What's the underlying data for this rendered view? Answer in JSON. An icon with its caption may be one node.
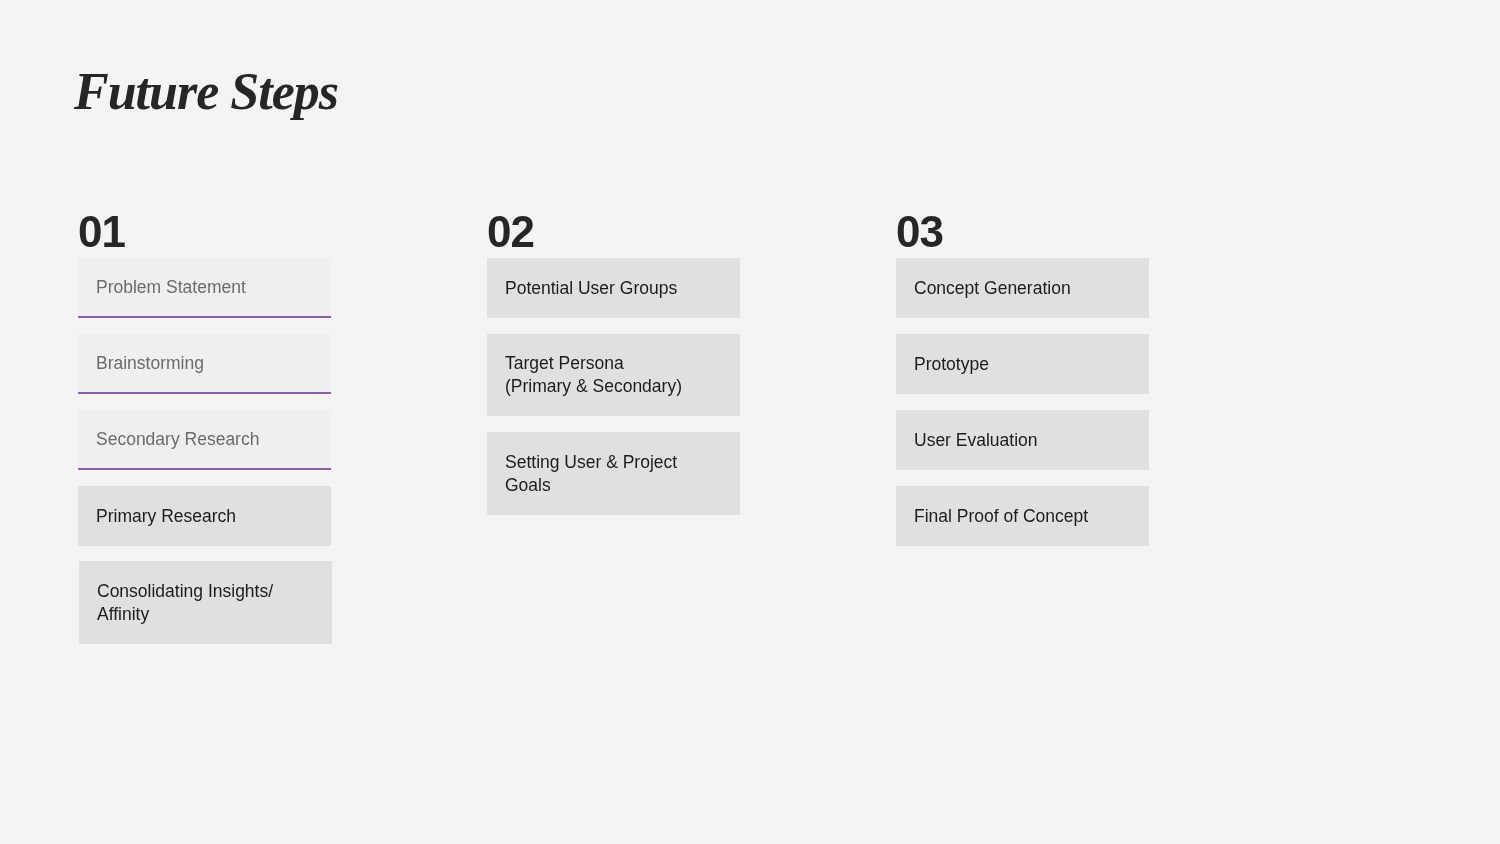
{
  "diagram": {
    "title": "Future Steps",
    "nodes": [
      {
        "text": [
          "Problem Statement"
        ]
      },
      {
        "text": [
          "Brainstorming"
        ]
      },
      {
        "text": [
          "Secondary Research"
        ]
      },
      {
        "text": [
          "Primary Research"
        ]
      },
      {
        "text": [
          "Consolidating Insights/ Affinity"
        ]
      },
      {
        "text": [
          "Potential User Groups"
        ]
      },
      {
        "text": [
          "Target Persona (Primary & Secondary)"
        ]
      },
      {
        "text": [
          "Setting User & Project Goals"
        ]
      },
      {
        "text": [
          "Concept Generation"
        ]
      },
      {
        "text": [
          "Prototype"
        ]
      },
      {
        "text": [
          "User Evaluation"
        ]
      },
      {
        "text": [
          "Final Proof of Concept"
        ]
      }
    ],
    "labels": [
      "01",
      "02",
      "03"
    ]
  }
}
